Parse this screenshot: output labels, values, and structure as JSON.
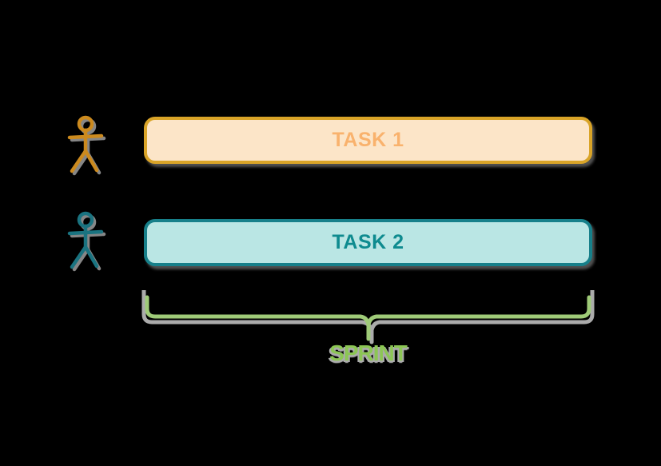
{
  "diagram": {
    "background_color": "#000000",
    "shadow_color": "#ABABAB",
    "actors": [
      {
        "name": "actor-1",
        "icon": "stick-figure-icon",
        "color": "#CC8A1E"
      },
      {
        "name": "actor-2",
        "icon": "stick-figure-icon",
        "color": "#1A7380"
      }
    ],
    "tasks": [
      {
        "label": "TASK 1",
        "fill": "#FCE5C8",
        "border": "#D9A428",
        "text_color": "#F9B26D"
      },
      {
        "label": "TASK 2",
        "fill": "#BAE6E4",
        "border": "#17808A",
        "text_color": "#0E8B8F"
      }
    ],
    "bracket": {
      "label": "SPRINT",
      "line_color": "#9FCB78",
      "label_color": "#8CC654",
      "shadow_color": "#ABABAB"
    }
  }
}
